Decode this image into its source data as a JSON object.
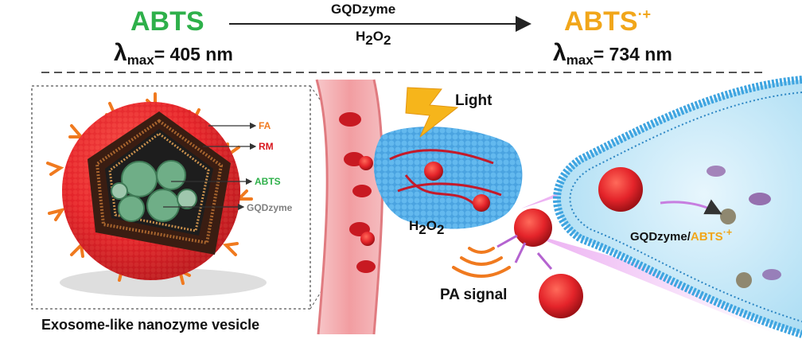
{
  "reaction": {
    "reactant": "ABTS",
    "catalyst": "GQDzyme",
    "cooxidant_base": "H",
    "cooxidant_sub1": "2",
    "cooxidant_mid": "O",
    "cooxidant_sub2": "2",
    "product": "ABTS",
    "product_charge": "·+",
    "lambda_symbol": "λ",
    "lambda_sub": "max",
    "reactant_lambda": "= 405 nm",
    "product_lambda": "= 734 nm"
  },
  "vesicle_labels": {
    "fa": "FA",
    "rm": "RM",
    "abts": "ABTS",
    "gqdzyme": "GQDzyme",
    "caption": "Exosome-like nanozyme vesicle"
  },
  "scene_labels": {
    "light": "Light",
    "pa_signal": "PA signal",
    "h2o2_base": "H",
    "h2o2_sub1": "2",
    "h2o2_mid": "O",
    "h2o2_sub2": "2",
    "gqd_abts_prefix": "GQDzyme/",
    "gqd_abts_product": "ABTS",
    "gqd_abts_charge": "·+"
  },
  "colors": {
    "abts_green": "#2eb04a",
    "abts_radical_orange": "#f1a61a",
    "fa_orange": "#f07a1f",
    "rm_red": "#d8171e",
    "gqdzyme_gray": "#7f7f7f",
    "vesicle_red": "#e4242a",
    "membrane_blue": "#3ea4e0",
    "vessel_pink": "#f4b6b8"
  }
}
